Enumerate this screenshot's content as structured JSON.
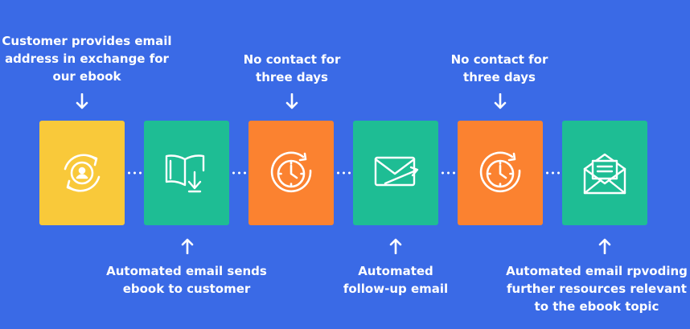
{
  "colors": {
    "background": "#3a6ae6",
    "yellow": "#f9c93a",
    "teal": "#1ebd94",
    "orange": "#fb8230",
    "white": "#ffffff"
  },
  "steps": [
    {
      "color": "yellow",
      "icon": "refresh-user-icon",
      "caption": "Customer provides email\naddress in exchange for\nour ebook"
    },
    {
      "color": "teal",
      "icon": "ebook-download-icon",
      "caption": "Automated email sends\nebook to customer"
    },
    {
      "color": "orange",
      "icon": "clock-icon",
      "caption": "No contact for\nthree days"
    },
    {
      "color": "teal",
      "icon": "send-email-icon",
      "caption": "Automated\nfollow-up email"
    },
    {
      "color": "orange",
      "icon": "clock-icon",
      "caption": "No contact for\nthree days"
    },
    {
      "color": "teal",
      "icon": "open-envelope-icon",
      "caption": "Automated email rpvoding\nfurther resources relevant\nto the ebook topic"
    }
  ]
}
